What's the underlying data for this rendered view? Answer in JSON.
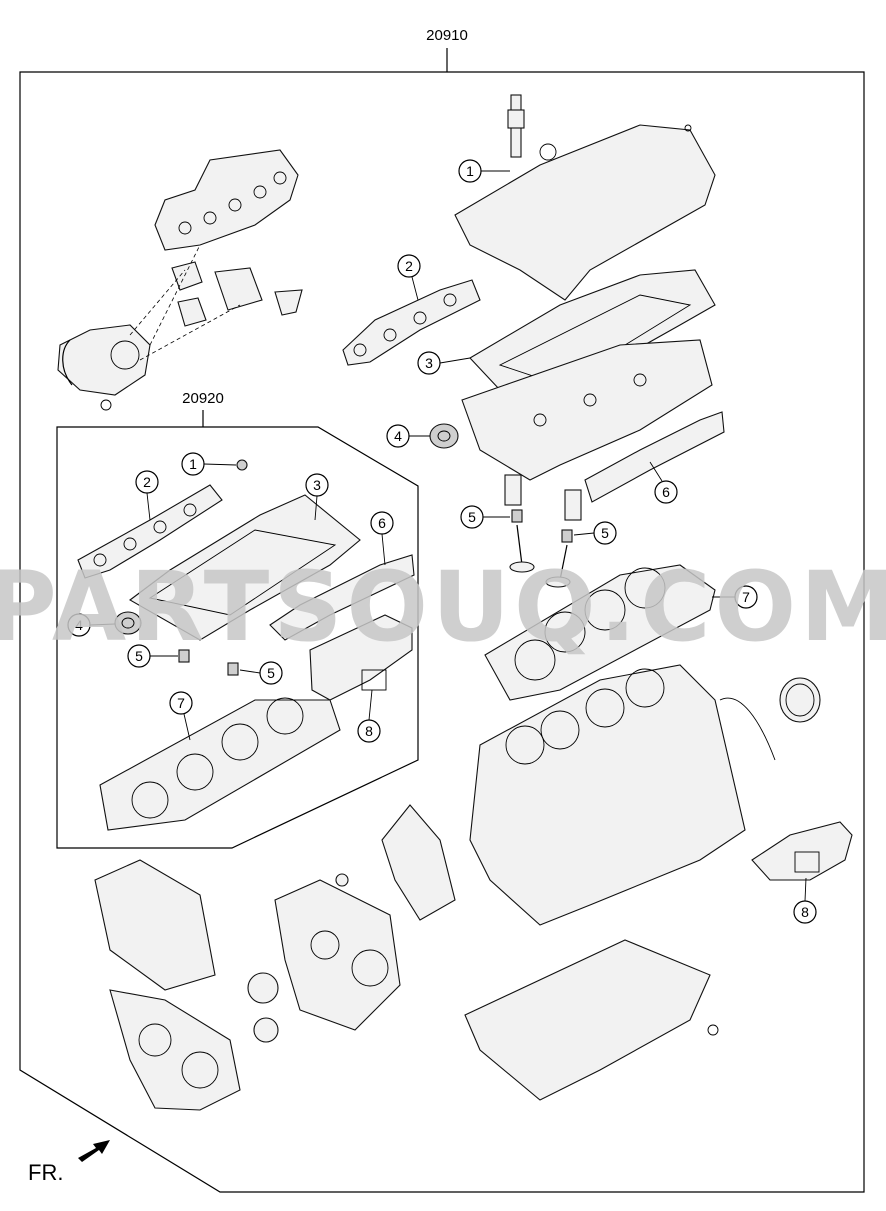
{
  "assembly_label": "20910",
  "subassembly_label": "20920",
  "watermark": "PARTSOUQ.COM",
  "front_label": "FR.",
  "callouts": {
    "c1": "1",
    "c2": "2",
    "c3": "3",
    "c4": "4",
    "c5": "5",
    "c6": "6",
    "c7": "7",
    "c8": "8"
  },
  "colors": {
    "line": "#000000",
    "watermark": "#c7c7c7",
    "background": "#ffffff"
  }
}
